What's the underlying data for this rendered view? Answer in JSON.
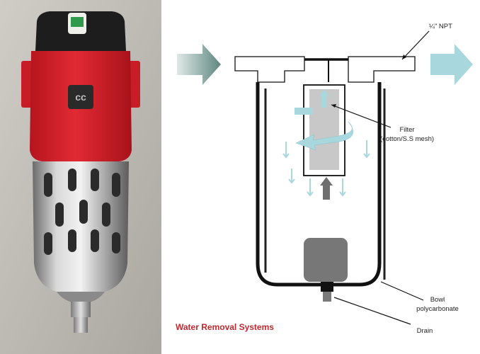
{
  "labels": {
    "port": "¼\" NPT",
    "filter_line1": "Filter",
    "filter_line2": "(cotton/S.S mesh)",
    "bowl_line1": "Bowl",
    "bowl_line2": "polycarbonate",
    "drain": "Drain"
  },
  "caption": "Water Removal Systems",
  "colors": {
    "housing_red": "#d3202b",
    "caption_red": "#c0282d",
    "flow_arrow": "#a9d7de",
    "inlet_arrow": "#6f9590",
    "filter_element": "#c8c8c8",
    "drain_bowl": "#777777"
  }
}
